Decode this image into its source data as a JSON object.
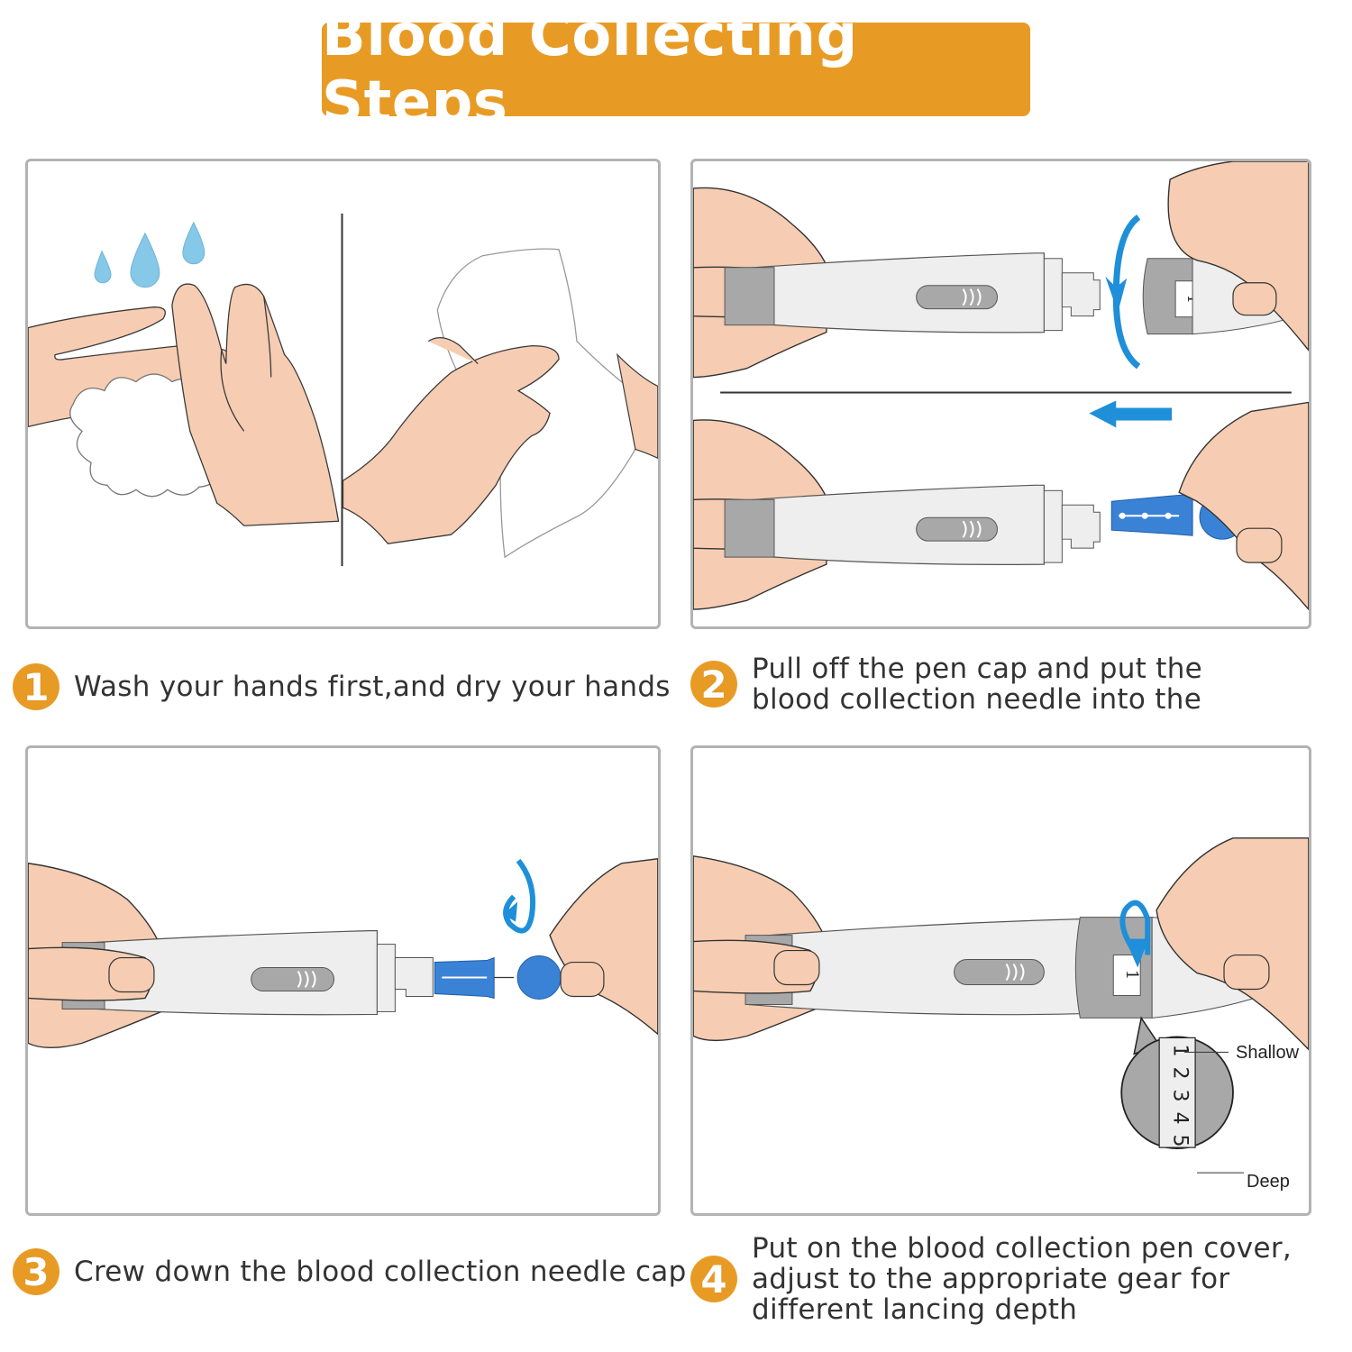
{
  "title": "Blood Collecting Steps",
  "colors": {
    "accent": "#E89B24",
    "skin": "#F6CDB2",
    "pen_body": "#EEEEEE",
    "pen_grey": "#A8A8A8",
    "lancet_blue": "#3A82D6",
    "arrow_blue": "#1E8FD8",
    "water_blue": "#7FC6E6",
    "panel_border": "#B3B3B3",
    "text": "#333333"
  },
  "steps": [
    {
      "number": "1",
      "text": "Wash your hands first,and dry your hands",
      "illustration": "washing-and-drying-hands"
    },
    {
      "number": "2",
      "text": "Pull off the pen cap and put the blood collection needle into the",
      "lines": [
        "Pull off the pen cap and put the",
        "blood collection needle into the"
      ],
      "illustration": "remove-cap-insert-lancet",
      "cap_dial_value": "1"
    },
    {
      "number": "3",
      "text": "Crew down the blood collection needle cap",
      "illustration": "twist-off-lancet-cap"
    },
    {
      "number": "4",
      "text": "Put on the blood collection pen cover, adjust to the appropriate gear for different lancing depth",
      "lines": [
        "Put on the blood collection pen cover,",
        "adjust to the appropriate gear for",
        "different lancing depth"
      ],
      "illustration": "attach-cover-adjust-depth",
      "cap_dial_value": "1",
      "depth_scale": {
        "values": [
          "1",
          "2",
          "3",
          "4",
          "5"
        ],
        "shallow_label": "Shallow",
        "deep_label": "Deep"
      }
    }
  ]
}
